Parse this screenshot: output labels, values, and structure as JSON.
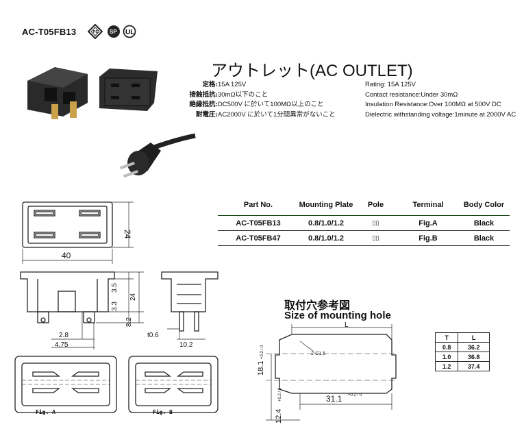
{
  "header": {
    "model": "AC-T05FB13",
    "cert_marks": [
      "PSE-mark-icon",
      "CSA-mark-icon",
      "UL-mark-icon"
    ]
  },
  "product_title": "アウトレット(AC OUTLET)",
  "specs_jp": [
    {
      "key": "定格:",
      "value": "15A 125V"
    },
    {
      "key": "接触抵抗:",
      "value": "30mΩ以下のこと"
    },
    {
      "key": "絶縁抵抗:",
      "value": "DC500V に於いて100MΩ以上のこと"
    },
    {
      "key": "耐電圧:",
      "value": "AC2000V に於いて1分間異常がないこと"
    }
  ],
  "specs_en": [
    "Rating: 15A 125V",
    "Contact resistance:Under 30mΩ",
    "Insulation Resistance:Over 100MΩ at 500V DC",
    "Dielectric withstanding voltage:1minute at 2000V AC"
  ],
  "parts_table": {
    "headers": [
      "Part No.",
      "Mounting Plate",
      "Pole",
      "Terminal",
      "Body Color"
    ],
    "rows": [
      {
        "part": "AC-T05FB13",
        "plate": "0.8/1.0/1.2",
        "pole": "▯▯",
        "terminal": "Fig.A",
        "color": "Black"
      },
      {
        "part": "AC-T05FB47",
        "plate": "0.8/1.0/1.2",
        "pole": "▯▯",
        "terminal": "Fig.B",
        "color": "Black"
      }
    ]
  },
  "dimensions": {
    "width": "40",
    "height": "24",
    "d35": "3.5",
    "d24": "24",
    "d33": "3.3",
    "d82": "8.2",
    "d28": "2.8",
    "d475": "4.75",
    "t06": "t0.6",
    "d102": "10.2"
  },
  "mounting_hole": {
    "title_jp": "取付穴参考図",
    "title_en": "Size of mounting hole",
    "L": "L",
    "c": "2-C1.5",
    "h181": "18.1",
    "h181_tol": "+0.2 / 0",
    "w311": "31.1",
    "w311_tol": "+0.2 / 0",
    "h124": "12.4",
    "h124_tol": "+0.2 / 0"
  },
  "tl_table": {
    "headers": [
      "T",
      "L"
    ],
    "rows": [
      [
        "0.8",
        "36.2"
      ],
      [
        "1.0",
        "36.8"
      ],
      [
        "1.2",
        "37.4"
      ]
    ]
  },
  "figures": {
    "a": "Fig. A",
    "b": "Fig. B"
  }
}
